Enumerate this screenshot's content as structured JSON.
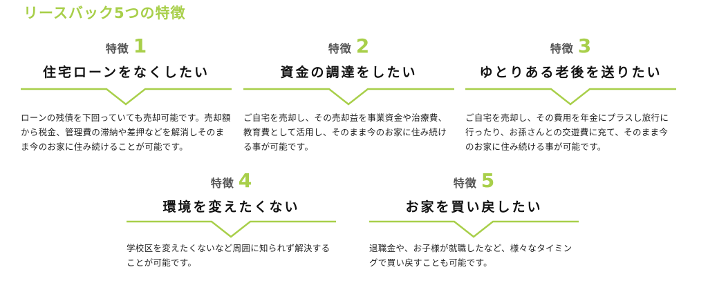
{
  "section": {
    "title": "リースバック5つの特徴"
  },
  "accent_color": "#a8cf4a",
  "features": [
    {
      "label": "特徴",
      "number": "1",
      "title": "住宅ローンをなくしたい",
      "desc": "ローンの残債を下回っていても売却可能です。売却額から税金、管理費の滞納や差押などを解消しそのまま今のお家に住み続けることが可能です。"
    },
    {
      "label": "特徴",
      "number": "2",
      "title": "資金の調達をしたい",
      "desc": "ご自宅を売却し、その売却益を事業資金や治療費、教育費として活用し、そのまま今のお家に住み続ける事が可能です。"
    },
    {
      "label": "特徴",
      "number": "3",
      "title": "ゆとりある老後を送りたい",
      "desc": "ご自宅を売却し、その費用を年金にプラスし旅行に行ったり、お孫さんとの交遊費に充て、そのまま今のお家に住み続ける事が可能です。"
    },
    {
      "label": "特徴",
      "number": "4",
      "title": "環境を変えたくない",
      "desc": "学校区を変えたくないなど周囲に知られず解決することが可能です。"
    },
    {
      "label": "特徴",
      "number": "5",
      "title": "お家を買い戻したい",
      "desc": "退職金や、お子様が就職したなど、様々なタイミングで買い戻すことも可能です。"
    }
  ]
}
